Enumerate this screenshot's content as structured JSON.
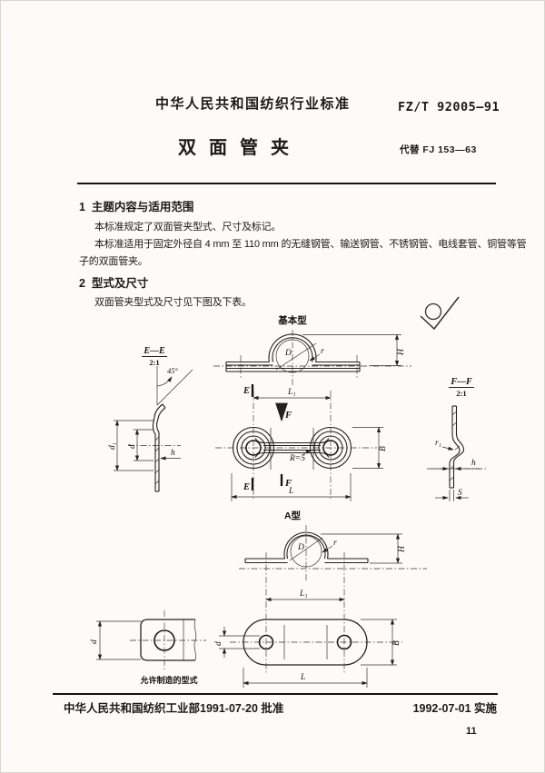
{
  "header": {
    "standard_name": "中华人民共和国纺织行业标准",
    "standard_code": "FZ/T 92005—91",
    "doc_title": "双面管夹",
    "replaces": "代替 FJ 153—63"
  },
  "content": {
    "s1_heading": "1  主题内容与适用范围",
    "s1_p1": "本标准规定了双面管夹型式、尺寸及标记。",
    "s1_p2a": "本标准适用于固定外径自 4 mm 至 110 mm 的无缝钢管、输送钢管、不锈钢管、电线套管、铜管等管",
    "s1_p2b": "子的双面管夹。",
    "s2_heading": "2  型式及尺寸",
    "s2_p1": "双面管夹型式及尺寸见下图及下表。"
  },
  "figure": {
    "basic_label": "基本型",
    "a_label": "A型",
    "ee_label": "E—E",
    "ee_scale": "2:1",
    "ff_label": "F—F",
    "ff_scale": "2:1",
    "allowed_caption": "允许制造的型式",
    "dim": {
      "D": "D",
      "r": "r",
      "r1": "r₁",
      "H": "H",
      "L": "L",
      "L1": "L₁",
      "B": "B",
      "S": "S",
      "E": "E",
      "F": "F",
      "h": "h",
      "d": "d",
      "d1": "d₁",
      "R5": "R=5",
      "a45": "45°"
    }
  },
  "footer": {
    "approved": "中华人民共和国纺织工业部1991-07-20 批准",
    "effective": "1992-07-01 实施",
    "page_number": "11"
  },
  "colors": {
    "ink": "#1b1b1b",
    "paper": "#fcfbf9"
  }
}
